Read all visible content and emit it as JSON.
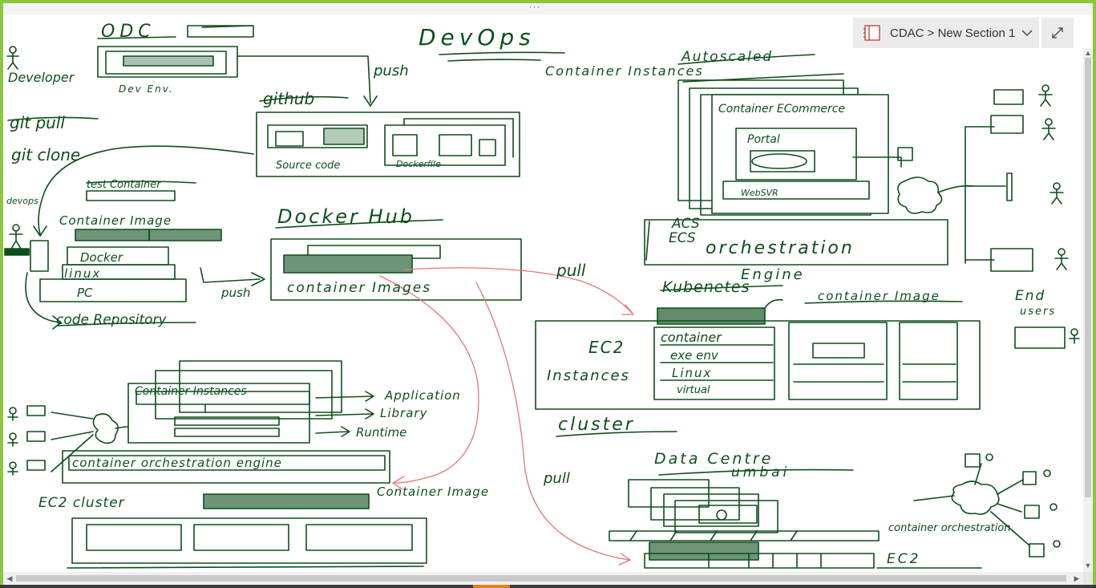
{
  "window": {
    "grip_glyph": "···",
    "breadcrumb": "CDAC > New Section 1",
    "notebook_icon": "notebook-icon",
    "chevron_icon": "chevron-down-icon",
    "expand_icon": "expand-icon",
    "scroll_up": "▲",
    "scroll_down": "▼",
    "scroll_left": "◀",
    "scroll_right": "▶"
  },
  "ink_color": "#0e4e1c",
  "arrow_color": "#e87575",
  "notes": {
    "title": "DevOps",
    "odc": "ODC",
    "developer": "Developer",
    "dev_env": "Dev Env.",
    "push1": "push",
    "github": "github",
    "source_code": "Source code",
    "dockerfile": "Dockerfile",
    "git_pull": "git pull",
    "git_clone": "git clone",
    "devops": "devops",
    "test_container": "test Container",
    "container_image_1": "Container Image",
    "docker": "Docker",
    "linux_1": "linux",
    "pc": "PC",
    "push2": "push",
    "code_repository": "code Repository",
    "docker_hub": "Docker Hub",
    "container_images": "container Images",
    "container_instances_1": "Container Instances",
    "autoscaled": "Autoscaled",
    "container_ecommerce": "Container ECommerce",
    "portal": "Portal",
    "websvr": "WebSVR",
    "acs": "ACS",
    "ecs": "ECS",
    "orchestration": "orchestration",
    "engine": "Engine",
    "pull1": "pull",
    "kubenetes": "Kubenetes",
    "container_image_k": "container Image",
    "ec2_instances_1": "EC2",
    "ec2_instances_2": "Instances",
    "k_container": "container",
    "k_exe_env": "exe env",
    "k_linux": "Linux",
    "k_virtual": "virtual",
    "cluster": "cluster",
    "end_users_1": "End",
    "end_users_2": "users",
    "container_instances_2": "Container Instances",
    "application": "Application",
    "library": "Library",
    "runtime": "Runtime",
    "container_orch_engine": "container orchestration engine",
    "ec2_cluster": "EC2 cluster",
    "container_image_2": "Container Image",
    "pull2": "pull",
    "data_centre": "Data Centre",
    "mumbai": "umbai",
    "container_orch": "container orchestration",
    "ec2": "EC2"
  }
}
